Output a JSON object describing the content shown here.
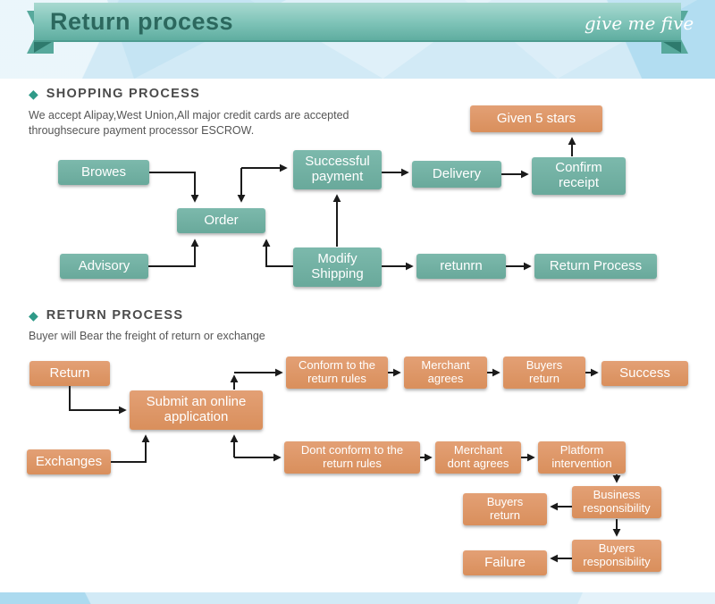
{
  "colors": {
    "teal": "#73B2A5",
    "orange": "#DF9766",
    "ribbon": "#7FC4B8",
    "background": "#D2EAF6"
  },
  "icons": {
    "diamond": "◆"
  },
  "header": {
    "title": "Return process",
    "brand": "give me five"
  },
  "shopping": {
    "heading": "SHOPPING PROCESS",
    "desc": "We accept Alipay,West Union,All major credit cards are accepted\nthroughsecure payment processor ESCROW.",
    "nodes": {
      "browes": "Browes",
      "order": "Order",
      "advisory": "Advisory",
      "successful_payment": "Successful\npayment",
      "modify_shipping": "Modify\nShipping",
      "delivery": "Delivery",
      "confirm_receipt": "Confirm\nreceipt",
      "given_5_stars": "Given 5 stars",
      "retunrn": "retunrn",
      "return_process": "Return Process"
    }
  },
  "returns": {
    "heading": "RETURN PROCESS",
    "desc": "Buyer will Bear the freight of return or exchange",
    "nodes": {
      "return": "Return",
      "submit": "Submit an online\napplication",
      "exchanges": "Exchanges",
      "conform": "Conform to the\nreturn rules",
      "merchant_agrees": "Merchant\nagrees",
      "buyers_return": "Buyers\nreturn",
      "success": "Success",
      "dont_conform": "Dont conform to the\nreturn rules",
      "merchant_dont_agrees": "Merchant\ndont agrees",
      "platform_intervention": "Platform\nintervention",
      "business_responsibility": "Business\nresponsibility",
      "buyers_return2": "Buyers\nreturn",
      "buyers_responsibility": "Buyers\nresponsibility",
      "failure": "Failure"
    }
  }
}
